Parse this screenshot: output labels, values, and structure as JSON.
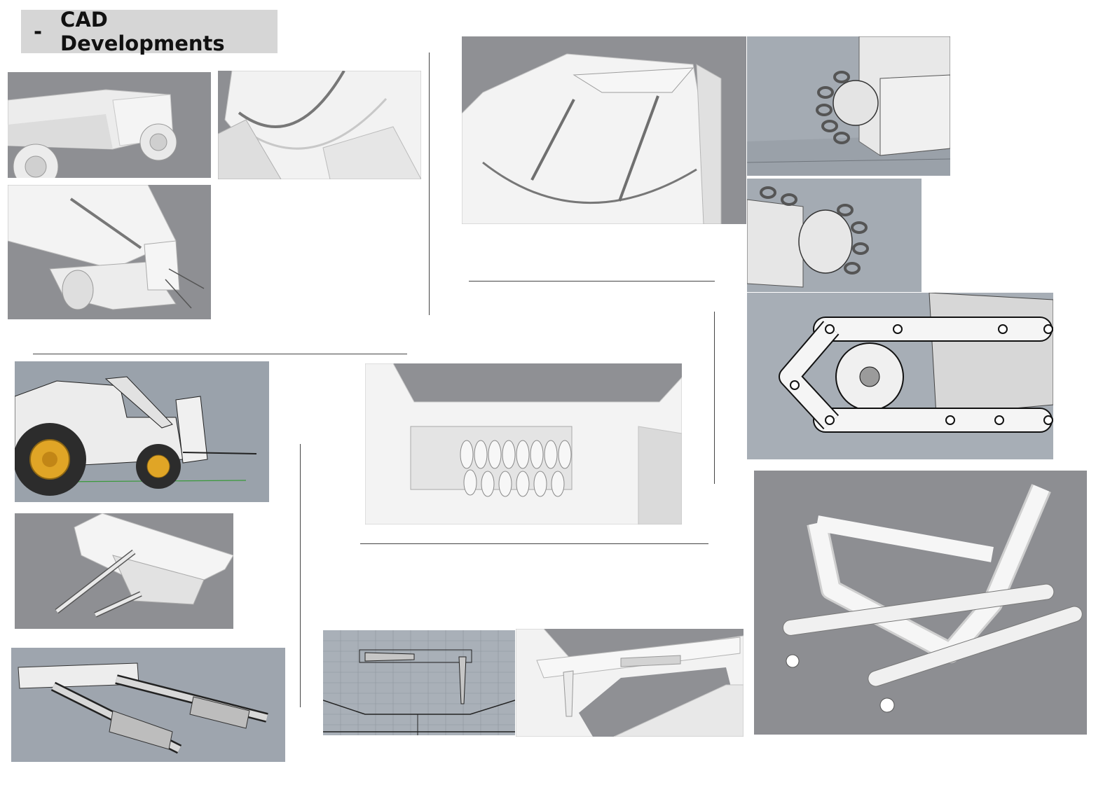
{
  "header": {
    "dash": "-",
    "title": "CAD Developments"
  },
  "palette": {
    "viewport_grey": "#8c8d91",
    "viewport_blue_grey": "#a2a9b1",
    "model_white": "#f1f1f1",
    "tyre_dark": "#2c2c2c",
    "rim_yellow": "#e0a526",
    "ground_green_line": "#3a9a3a"
  },
  "renders": [
    {
      "id": "trailer-side-view"
    },
    {
      "id": "hopper-interior-angle"
    },
    {
      "id": "trailer-rear-top-view"
    },
    {
      "id": "hopper-floor-rails"
    },
    {
      "id": "chain-sprocket-closeup"
    },
    {
      "id": "chain-drum-closeup"
    },
    {
      "id": "sprocket-chain-wireframe"
    },
    {
      "id": "tractor-wireframe"
    },
    {
      "id": "shredder-rollers"
    },
    {
      "id": "feeder-tines"
    },
    {
      "id": "v-frame-chain-bed"
    },
    {
      "id": "chain-conveyor-pair"
    },
    {
      "id": "elevation-wireframe"
    },
    {
      "id": "hopper-rim-tine"
    }
  ]
}
